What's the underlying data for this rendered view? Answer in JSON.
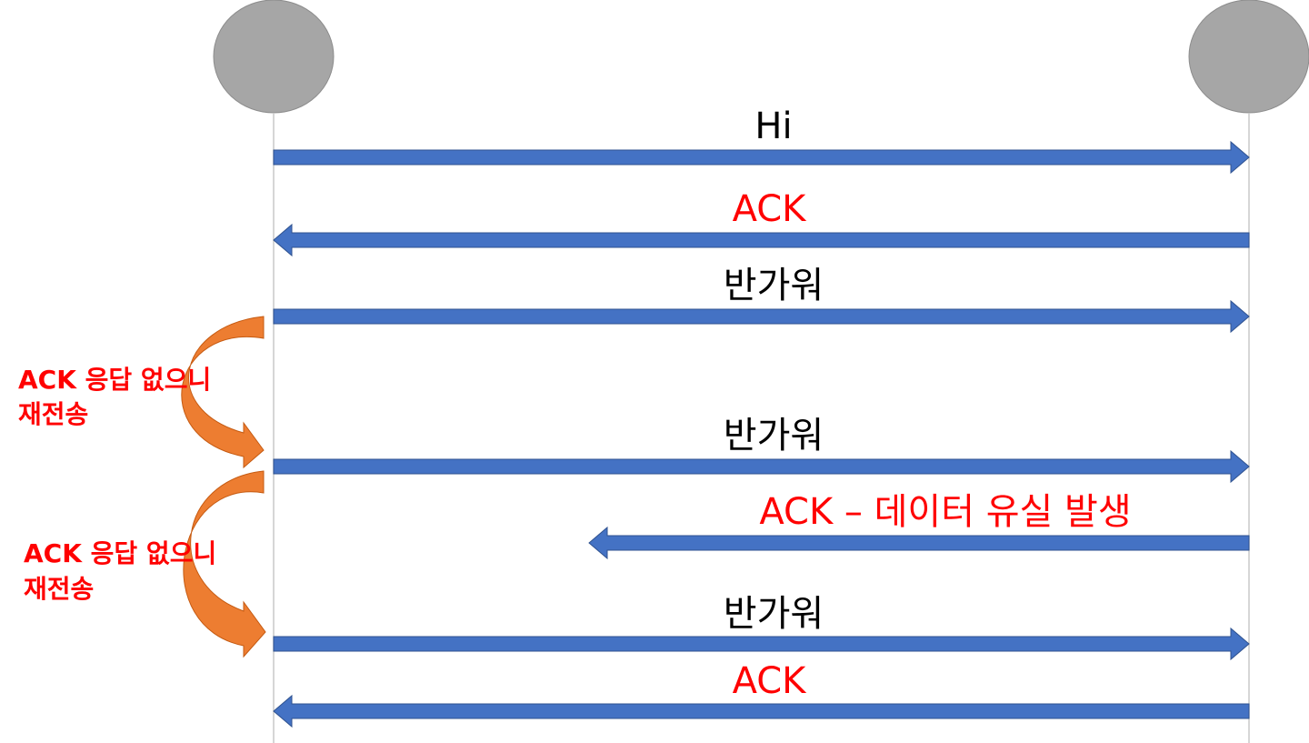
{
  "colors": {
    "node_fill": "#a6a6a6",
    "node_stroke": "#8c8c8c",
    "lifeline": "#c8c8c8",
    "arrow_fill": "#4472c4",
    "arrow_stroke": "#2f528f",
    "retry_arrow": "#ed7d31",
    "label_default": "#000000",
    "label_ack": "#ff0000",
    "note": "#ff0000"
  },
  "messages": [
    {
      "label": "Hi",
      "direction": "right",
      "color": "#000000"
    },
    {
      "label": "ACK",
      "direction": "left",
      "color": "#ff0000"
    },
    {
      "label": "반가워",
      "direction": "right",
      "color": "#000000"
    },
    {
      "label": "반가워",
      "direction": "right",
      "color": "#000000"
    },
    {
      "label": "ACK – 데이터 유실 발생",
      "direction": "left",
      "color": "#ff0000",
      "lost": true
    },
    {
      "label": "반가워",
      "direction": "right",
      "color": "#000000"
    },
    {
      "label": "ACK",
      "direction": "left",
      "color": "#ff0000"
    }
  ],
  "notes": [
    {
      "line1": "ACK 응답 없으니",
      "line2": "재전송"
    },
    {
      "line1": "ACK 응답 없으니",
      "line2": "재전송"
    }
  ]
}
